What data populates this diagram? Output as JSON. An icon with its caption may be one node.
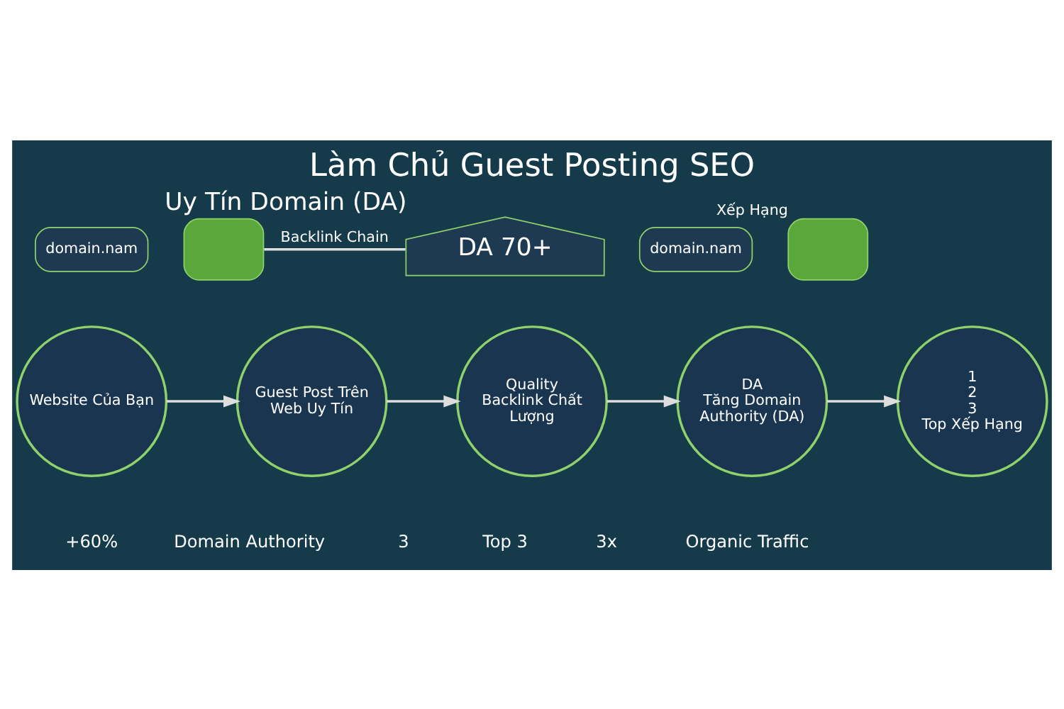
{
  "diagram": {
    "title": "Làm Chủ Guest Posting SEO",
    "nodes": [
      {
        "text": [
          "domain.nam"
        ]
      },
      {
        "text": [],
        "shape": "box"
      },
      {
        "text": [
          "domain.nam"
        ]
      },
      {
        "text": [
          "DA 70+"
        ],
        "beside": [
          "Uy Tín Domain (DA)"
        ]
      },
      {
        "text": [],
        "shape": "box",
        "beside": [
          "Xếp Hạng"
        ]
      },
      {
        "text": [
          "Website Của Bạn"
        ]
      },
      {
        "text": [
          "Guest Post Trên Web Uy Tín"
        ]
      },
      {
        "text": [
          "Quality",
          "Backlink Chất Lượng"
        ]
      },
      {
        "text": [
          "DA",
          "Tăng Domain Authority (DA)"
        ]
      },
      {
        "text": [
          "1",
          "2",
          "3",
          "Top Xếp Hạng"
        ]
      }
    ],
    "edges": [
      {
        "from": 1,
        "to": 3,
        "arrow": "none",
        "label": "Backlink Chain"
      },
      {
        "from": 5,
        "to": 6,
        "arrow": "to"
      },
      {
        "from": 6,
        "to": 7,
        "arrow": "to"
      },
      {
        "from": 7,
        "to": 8,
        "arrow": "to"
      },
      {
        "from": 8,
        "to": 9,
        "arrow": "to"
      }
    ],
    "labels": [
      "+60%",
      "Domain Authority",
      "3",
      "Top 3",
      "3x",
      "Organic Traffic"
    ]
  }
}
